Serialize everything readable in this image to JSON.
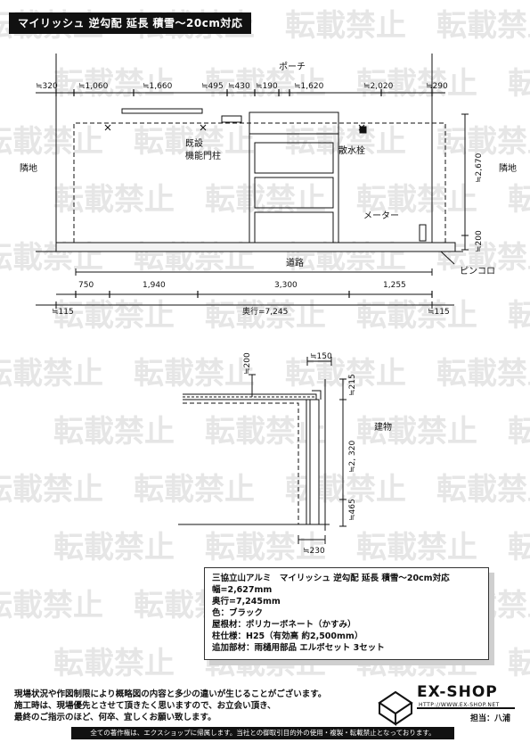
{
  "title": "マイリッシュ 逆勾配 延長 積雪～20cm対応",
  "watermark": "転載禁止",
  "plan": {
    "porch": "ポーチ",
    "neighbor_left": "隣地",
    "neighbor_right": "隣地",
    "road": "道路",
    "existing_post": [
      "既設",
      "機能門柱"
    ],
    "drain_plug": "散水栓",
    "meter": "メーター",
    "pink_color": "ピンコロ",
    "top_dims": [
      "≒320",
      "≒1,060",
      "≒1,660",
      "≒495",
      "≒430",
      "≒190",
      "≒1,620",
      "≒2,020",
      "≒290"
    ],
    "bottom_dims": [
      "750",
      "1,940",
      "3,300",
      "1,255"
    ],
    "depth_left": "≒115",
    "depth_total": "奥行=7,245",
    "depth_right": "≒115",
    "height_dim": "≒2,670",
    "curb_dim": "≒200"
  },
  "section": {
    "dim_200": "≒200",
    "dim_150": "≒150",
    "dim_215": "≒215",
    "dim_2320": "≒2, 320",
    "dim_465": "≒465",
    "dim_230": "≒230",
    "building": "建物"
  },
  "spec": {
    "lines": [
      "三協立山アルミ　マイリッシュ 逆勾配 延長 積雪～20cm対応",
      "幅=2,627mm",
      "奥行=7,245mm",
      "色：ブラック",
      "屋根材：ポリカーボネート（かすみ）",
      "柱仕様：H25（有効高 約2,500mm）",
      "追加部材：雨樋用部品 エルボセット 3セット"
    ]
  },
  "notes": [
    "現場状況や作図制限により概略図の内容と多少の違いが生じることがございます。",
    "施工時は、現場優先とさせて頂きたく思いますので、お立会い頂き、",
    "最終のご指示のほど、何卒、宜しくお願い致します。"
  ],
  "brand": {
    "name": "EX-SHOP",
    "url": "HTTP://WWW.EX-SHOP.NET",
    "staff": "担当：八浦"
  },
  "footer": "全ての著作権は、エクスショップに帰属します。当社との御取引目的外の使用・複製・転載禁止となっております。"
}
